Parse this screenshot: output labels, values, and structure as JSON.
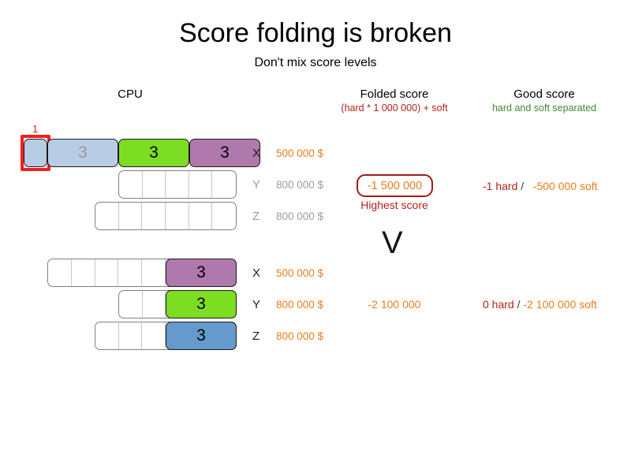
{
  "page": {
    "title": "Score folding is broken",
    "subtitle": "Don't mix score levels"
  },
  "headers": {
    "cpu": "CPU",
    "folded_main": "Folded score",
    "folded_sub": "(hard * 1 000 000) + soft",
    "good_main": "Good score",
    "good_sub": "hard and soft separated"
  },
  "annotation": {
    "overload_label": "1"
  },
  "groups": [
    {
      "id": "group-broken",
      "rows": [
        {
          "letter": "X",
          "score": "500 000 $",
          "letter_tone": "dark",
          "segments": [
            {
              "color": "lightblue",
              "value": "",
              "units": 1
            },
            {
              "color": "lightblue",
              "value": "3",
              "units": 3
            },
            {
              "color": "green",
              "value": "3",
              "units": 3
            },
            {
              "color": "purple",
              "value": "3",
              "units": 3
            }
          ]
        },
        {
          "letter": "Y",
          "score": "800 000 $",
          "letter_tone": "dim",
          "segments": []
        },
        {
          "letter": "Z",
          "score": "800 000 $",
          "letter_tone": "dim",
          "segments": []
        }
      ],
      "folded_score": "-1 500 000",
      "folded_note": "Highest score",
      "good_hard": "-1 hard",
      "good_separator": "/",
      "good_soft": "-500 000 soft"
    },
    {
      "id": "group-good",
      "rows": [
        {
          "letter": "X",
          "score": "500 000 $",
          "letter_tone": "dark",
          "segments": [
            {
              "color": "purple",
              "value": "3",
              "units": 3
            }
          ]
        },
        {
          "letter": "Y",
          "score": "800 000 $",
          "letter_tone": "dark",
          "segments": [
            {
              "color": "green",
              "value": "3",
              "units": 3
            }
          ]
        },
        {
          "letter": "Z",
          "score": "800 000 $",
          "letter_tone": "dark",
          "segments": [
            {
              "color": "blue",
              "value": "3",
              "units": 3
            }
          ]
        }
      ],
      "folded_score": "-2 100 000",
      "good_hard": "0 hard",
      "good_separator": "/",
      "good_soft": "-2 100 000 soft"
    }
  ],
  "vmark": "V",
  "colors": {
    "green": "#7ddd22",
    "purple": "#b079ad",
    "blue": "#6699cc",
    "lightblue": "#b8cce4",
    "money": "#e87d1e",
    "hard_red": "#b5201b",
    "good_green": "#3f8a2e",
    "highlight_red": "#f21f1f"
  }
}
